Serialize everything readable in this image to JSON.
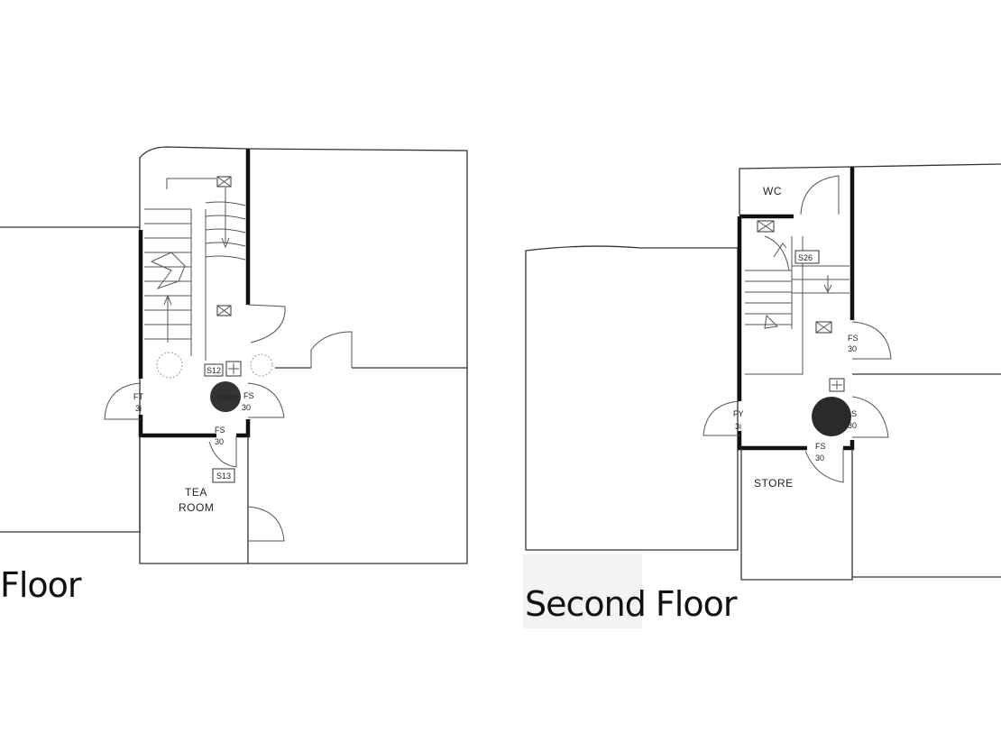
{
  "first_floor": {
    "title": "Floor",
    "room_tea": "TEA",
    "room_room": "ROOM",
    "sign_s12": "S12",
    "sign_s13": "S13",
    "fs_label": "FS",
    "fs_value": "30",
    "ft_label": "FT",
    "ft_value": "3i",
    "riders_label": "riders",
    "door_fs_left": "FS",
    "door_fs_left_value": "30"
  },
  "second_floor": {
    "title": "Second Floor",
    "room_wc": "WC",
    "room_store": "STORE",
    "sign_s26": "S26",
    "fs_label": "FS",
    "fs_value": "30",
    "fs2_label": "FS",
    "fs2_value": "30",
    "fy_label": "FY",
    "fy_value": "3i",
    "gs_label": "S",
    "gs_value": "30"
  }
}
